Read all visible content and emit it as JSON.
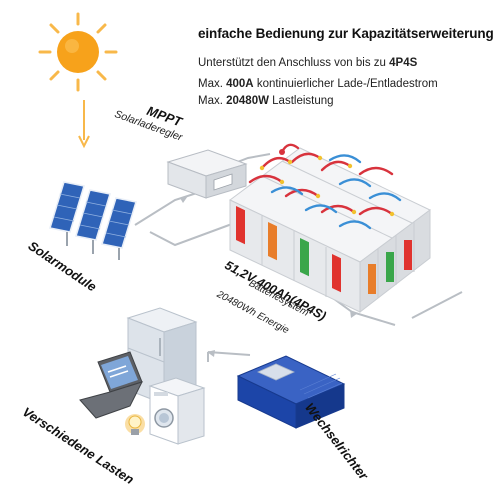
{
  "heading": "einfache Bedienung zur Kapazitätserweiterung",
  "features": [
    {
      "before": "Unterstützt den Anschluss von bis zu ",
      "highlight": "4P4S",
      "after": ""
    },
    {
      "before": "Max. ",
      "highlight": "400A",
      "after": " kontinuierlicher Lade-/Entladestrom"
    },
    {
      "before": "Max. ",
      "highlight": "20480W",
      "after": " Lastleistung"
    }
  ],
  "labels": {
    "mppt": "MPPT",
    "mppt_sub": "Solarladeregler",
    "solar": "Solarmodule",
    "battery_title": "51,2V 400Ah(4P4S)",
    "battery_sub": "Batteriesystem",
    "battery_energy": "20480Wh Energie",
    "loads": "Verschiedene Lasten",
    "inverter": "Wechselrichter"
  },
  "battery_grid": {
    "rows": 4,
    "cols": 4
  },
  "colors": {
    "sun_core": "#f7a21b",
    "sun_ray": "#f8b84a",
    "panel": "#2f63b8",
    "inverter": "#1c45a8",
    "cable_red": "#d8333d",
    "cable_blue": "#3a8fd6",
    "wire_gray": "#b9bec4"
  }
}
